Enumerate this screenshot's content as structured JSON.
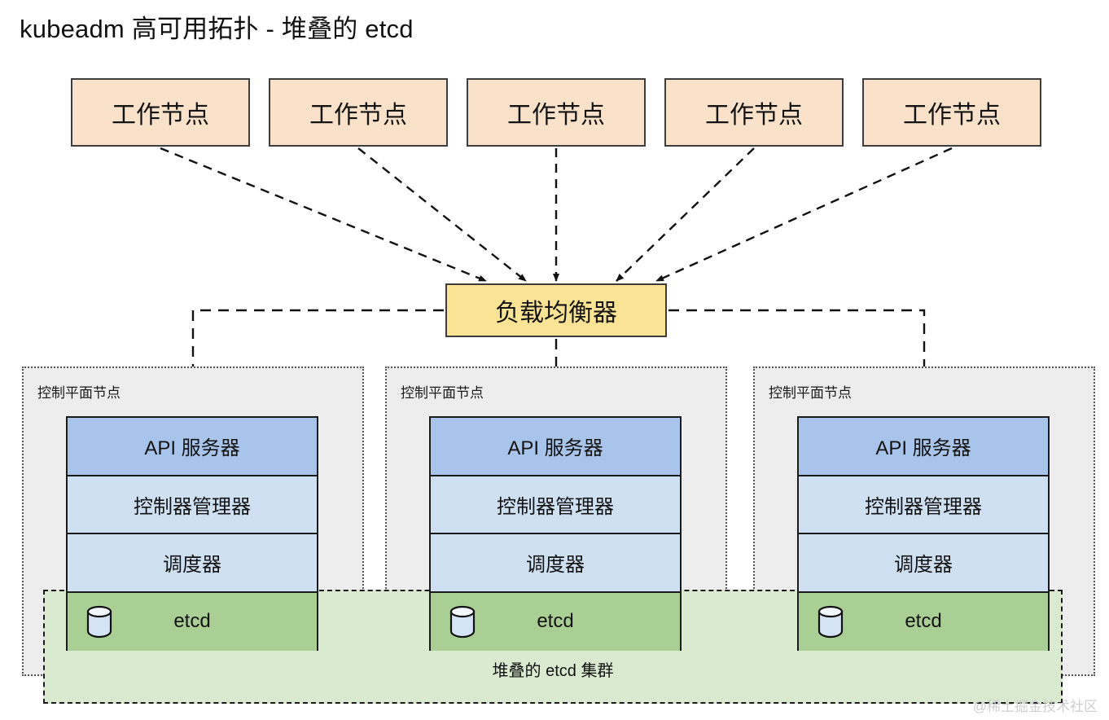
{
  "title": "kubeadm 高可用拓扑 - 堆叠的 etcd",
  "workers": [
    {
      "label": "工作节点"
    },
    {
      "label": "工作节点"
    },
    {
      "label": "工作节点"
    },
    {
      "label": "工作节点"
    },
    {
      "label": "工作节点"
    }
  ],
  "load_balancer": {
    "label": "负载均衡器"
  },
  "control_planes": [
    {
      "label": "控制平面节点",
      "rows": [
        {
          "label": "API 服务器"
        },
        {
          "label": "控制器管理器"
        },
        {
          "label": "调度器"
        },
        {
          "label": "etcd",
          "icon": "database-icon"
        }
      ]
    },
    {
      "label": "控制平面节点",
      "rows": [
        {
          "label": "API 服务器"
        },
        {
          "label": "控制器管理器"
        },
        {
          "label": "调度器"
        },
        {
          "label": "etcd",
          "icon": "database-icon"
        }
      ]
    },
    {
      "label": "控制平面节点",
      "rows": [
        {
          "label": "API 服务器"
        },
        {
          "label": "控制器管理器"
        },
        {
          "label": "调度器"
        },
        {
          "label": "etcd",
          "icon": "database-icon"
        }
      ]
    }
  ],
  "etcd_cluster": {
    "label": "堆叠的 etcd 集群"
  },
  "watermark": {
    "label": "@稀土掘金技术社区"
  },
  "colors": {
    "worker_fill": "#fae2ca",
    "load_balancer_fill": "#fbe395",
    "apiserver_fill": "#a8c4ea",
    "component_fill": "#cfe0f3",
    "etcd_fill": "#a9cf95",
    "etcd_cluster_fill": "#d9ead0",
    "control_plane_fill": "#ededed",
    "stroke": "#1b1b1b"
  }
}
